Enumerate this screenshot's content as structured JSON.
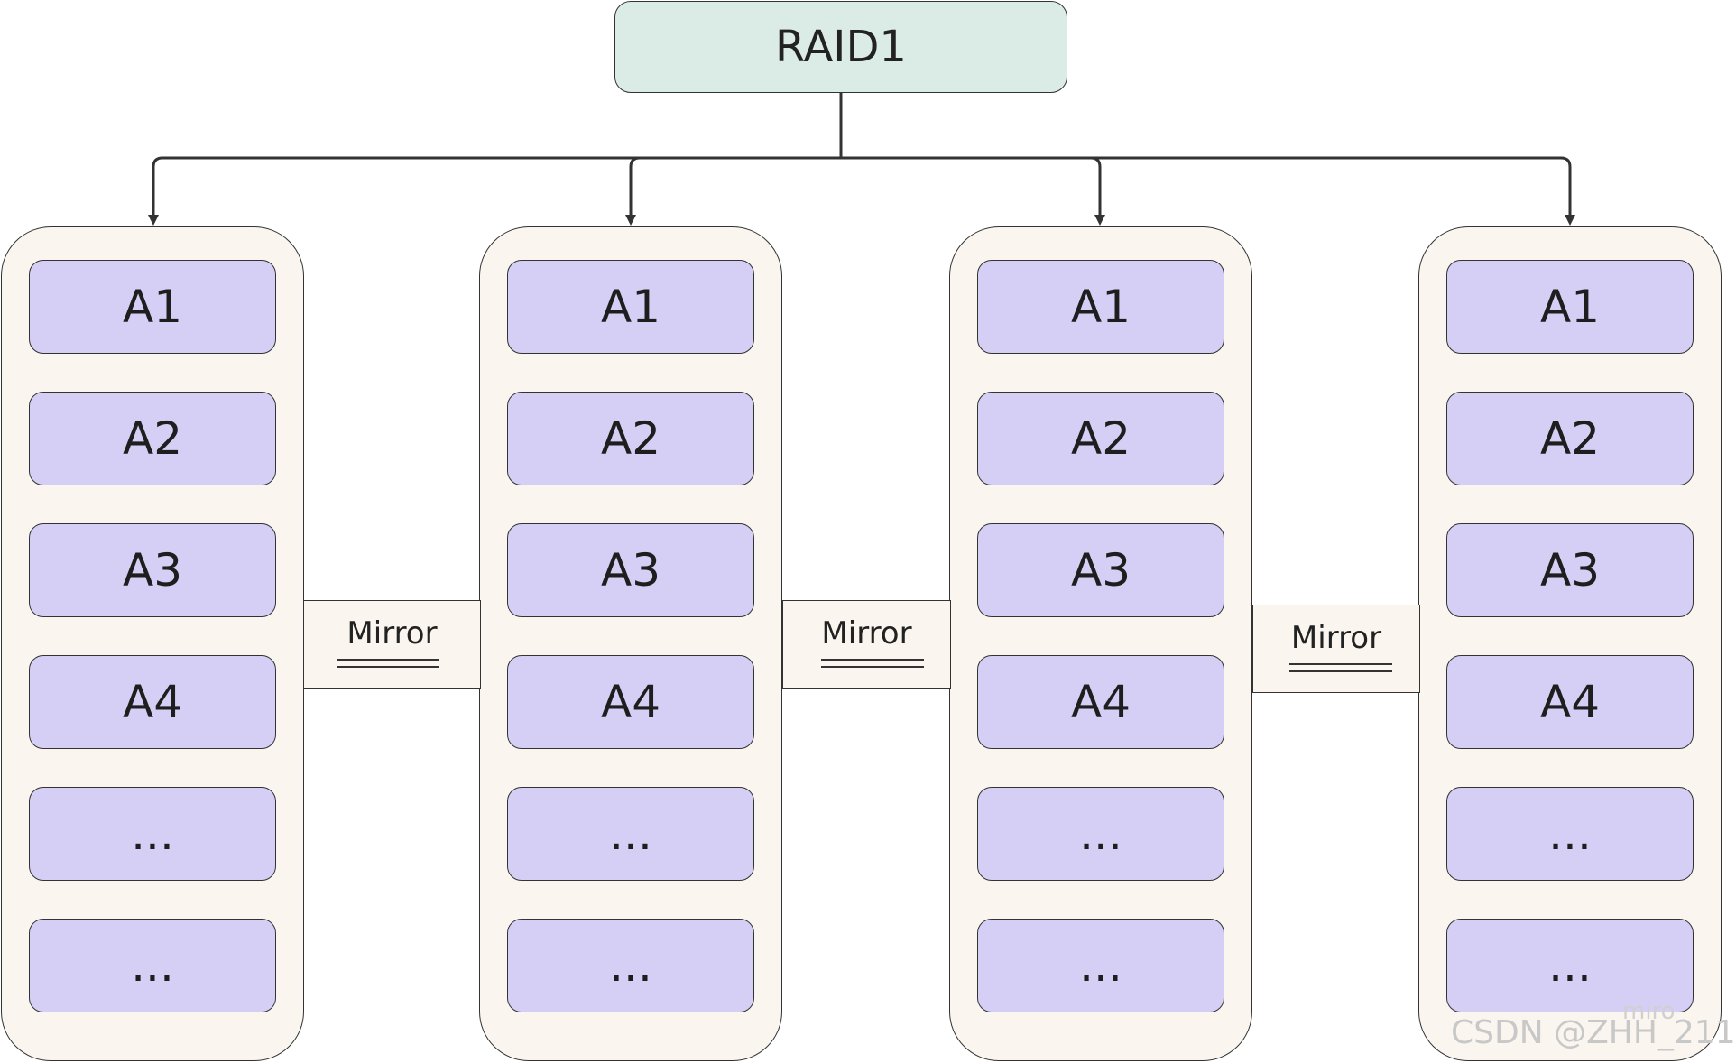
{
  "root": {
    "label": "RAID1"
  },
  "disks": [
    {
      "blocks": [
        "A1",
        "A2",
        "A3",
        "A4",
        "...",
        "..."
      ]
    },
    {
      "blocks": [
        "A1",
        "A2",
        "A3",
        "A4",
        "...",
        "..."
      ]
    },
    {
      "blocks": [
        "A1",
        "A2",
        "A3",
        "A4",
        "...",
        "..."
      ]
    },
    {
      "blocks": [
        "A1",
        "A2",
        "A3",
        "A4",
        "...",
        "..."
      ]
    }
  ],
  "mirrors": [
    {
      "label": "Mirror"
    },
    {
      "label": "Mirror"
    },
    {
      "label": "Mirror"
    }
  ],
  "watermark": {
    "tool": "miro",
    "credit": "CSDN @ZHH_211"
  },
  "colors": {
    "root_fill": "#dbece6",
    "disk_fill": "#faf6ef",
    "block_fill": "#d5cff6",
    "stroke": "#333333"
  }
}
